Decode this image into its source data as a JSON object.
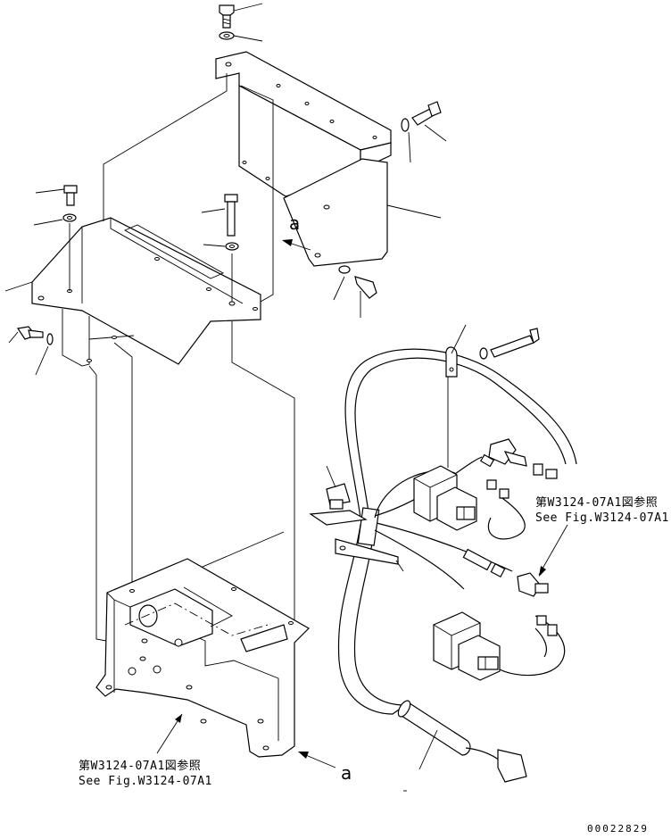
{
  "refs": {
    "view_marker_top": "a",
    "view_marker_bottom": "a",
    "see_fig_right_jp": "第W3124-07A1図参照",
    "see_fig_right_en": "See Fig.W3124-07A1",
    "see_fig_bottom_jp": "第W3124-07A1図参照",
    "see_fig_bottom_en": "See Fig.W3124-07A1"
  },
  "drawing_code": "00022829"
}
